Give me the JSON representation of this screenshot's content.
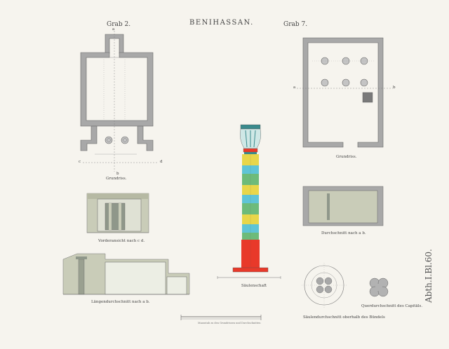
{
  "plate": {
    "title": "BENIHASSAN.",
    "grab_left": "Grab 2.",
    "grab_right": "Grab 7.",
    "side_number": "Abth.I.Bl.60.",
    "colors": {
      "wall": "#a8a8a8",
      "wall_dark": "#8e8e8e",
      "ink": "#555555",
      "paper": "#f6f4ee",
      "rock": "#c9ccb8",
      "column_yellow": "#e8d64a",
      "column_cyan": "#5fc4d6",
      "column_green": "#6dbb7a",
      "column_red": "#e8392a",
      "column_top": "#3a8a8c"
    }
  },
  "captions": {
    "grundriss_left": "Grundriss.",
    "grundriss_right": "Grundriss.",
    "vorderansicht": "Vorderansicht nach c d.",
    "durchschnitt": "Durchschnitt nach a b.",
    "laengendurchschnitt": "Längendurchschnitt nach a b.",
    "saeule": "Säulenschaft",
    "saeulendurchschnitt": "Säulendurchschnitt oberhalb des Bündels",
    "querdurchschnitt": "Querdurchschnitt des Capitäls."
  },
  "axis_letters": {
    "left_a": "a",
    "left_b": "b",
    "left_c": "c",
    "left_d": "d",
    "right_a": "a",
    "right_b": "b"
  },
  "scale_bars": {
    "bottom_label": "Maasstab zu den Grundrissen und Durchschnitten"
  }
}
